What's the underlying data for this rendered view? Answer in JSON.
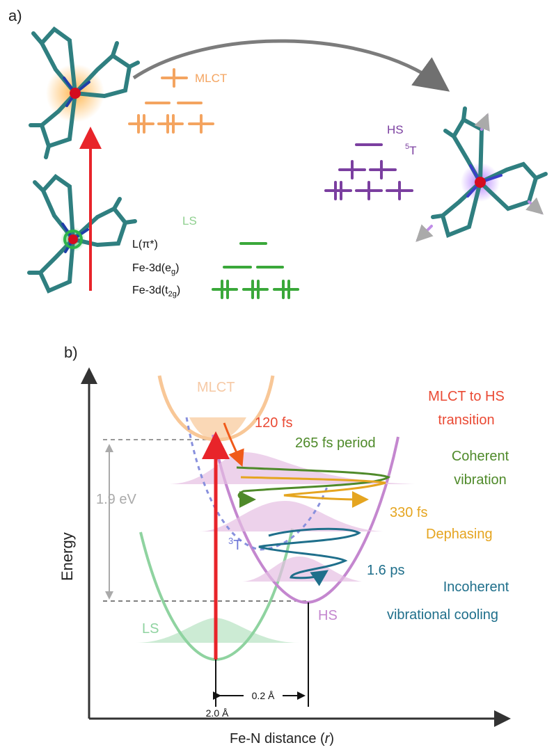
{
  "panel_a": {
    "label": "a)",
    "mlct_label": "MLCT",
    "ls_label": "LS",
    "hs_label": "HS",
    "hs_term": "T",
    "hs_term_sup": "5",
    "orbital_labels": {
      "l_pi": "L(π*)",
      "eg_prefix": "Fe-3d(e",
      "eg_sub": "g",
      "eg_suffix": ")",
      "t2g_prefix": "Fe-3d(t",
      "t2g_sub": "2g",
      "t2g_suffix": ")"
    }
  },
  "panel_b": {
    "label": "b)",
    "y_axis_label": "Energy",
    "x_axis_label": "Fe-N distance (",
    "x_axis_var": "r",
    "x_axis_close": ")",
    "mlct": "MLCT",
    "ls": "LS",
    "hs": "HS",
    "triplet_sup": "3",
    "triplet": "T",
    "energy_gap": "1.9 eV",
    "dist_delta": "0.2 Å",
    "dist_ls": "2.0 Å",
    "transition_title_1": "MLCT to HS",
    "transition_title_2": "transition",
    "t_120": "120 fs",
    "t_265": "265 fs period",
    "coherent_1": "Coherent",
    "coherent_2": "vibration",
    "t_330": "330 fs",
    "dephasing": "Dephasing",
    "t_16": "1.6 ps",
    "incoherent_1": "Incoherent",
    "incoherent_2": "vibrational cooling"
  },
  "colors": {
    "orange": "#f4a460",
    "green": "#3aa83a",
    "purple": "#7b3fa0",
    "red": "#e8242a",
    "pink_fill": "#e6bfe3",
    "olive": "#4f8a2a",
    "gold": "#e5a520",
    "teal": "#1f6f8b",
    "gray": "#808080"
  }
}
